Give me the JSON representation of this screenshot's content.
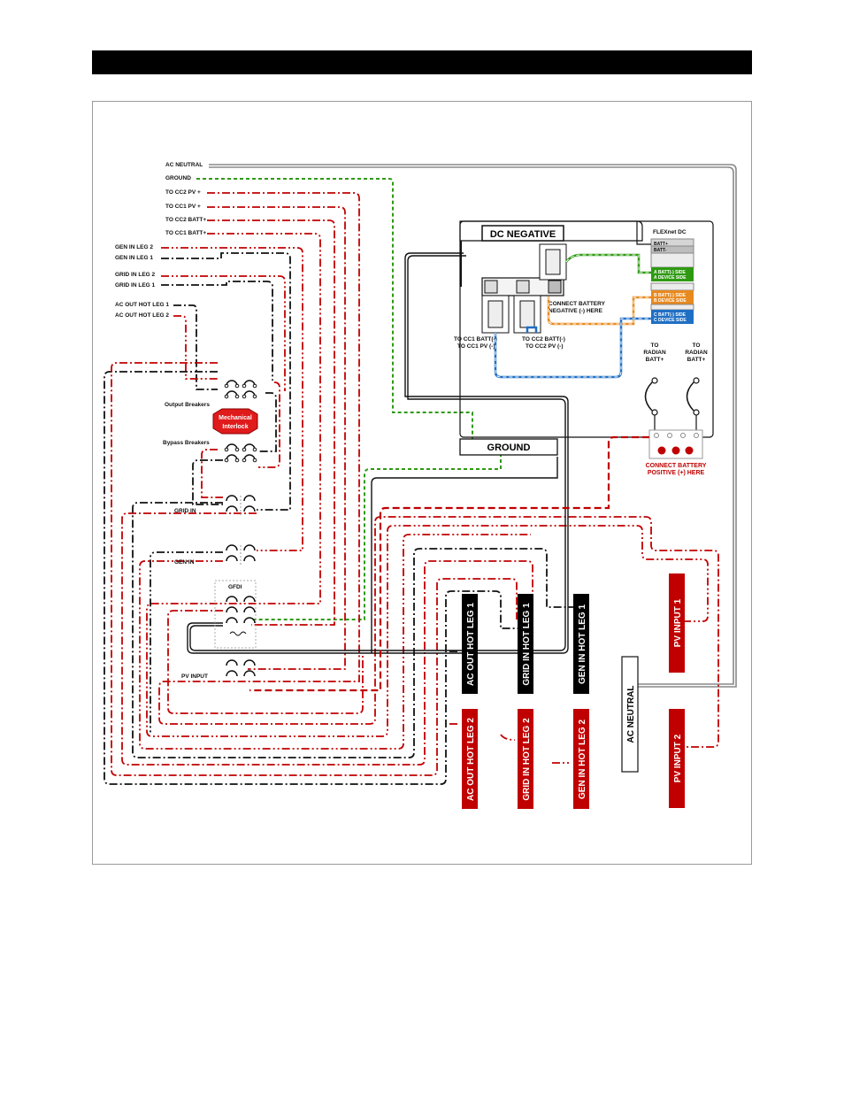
{
  "labels": {
    "ac_neutral": "AC NEUTRAL",
    "ground": "GROUND",
    "to_cc2_pv": "TO CC2 PV +",
    "to_cc1_pv": "TO CC1 PV +",
    "to_cc2_batt": "TO CC2 BATT+",
    "to_cc1_batt": "TO CC1 BATT+",
    "gen_in_leg2": "GEN IN LEG 2",
    "gen_in_leg1": "GEN IN LEG 1",
    "grid_in_leg2": "GRID IN LEG 2",
    "grid_in_leg1": "GRID IN LEG 1",
    "ac_out_hot_leg1": "AC OUT HOT LEG 1",
    "ac_out_hot_leg2": "AC OUT HOT LEG 2",
    "output_breakers": "Output Breakers",
    "mechanical": "Mechanical",
    "interlock": "Interlock",
    "bypass_breakers": "Bypass Breakers",
    "grid_in": "GRID IN",
    "gen_in": "GEN IN",
    "gfdi": "GFDI",
    "pv_input": "PV INPUT"
  },
  "dc_box": {
    "dc_negative": "DC NEGATIVE",
    "flexnet_dc": "FLEXnet DC",
    "batt_plus": "BATT+",
    "batt_minus": "BATT-",
    "a_batt": "A BATT(-) SIDE",
    "a_device": "A DEVICE SIDE",
    "b_batt": "B BATT(-) SIDE",
    "b_device": "B DEVICE SIDE",
    "c_batt": "C BATT(-) SIDE",
    "c_device": "C DEVICE SIDE",
    "connect_neg_1": "CONNECT BATTERY",
    "connect_neg_2": "NEGATIVE (-) HERE",
    "cc1_batt_1": "TO CC1 BATT(-)",
    "cc1_batt_2": "TO CC1 PV (-)",
    "cc2_batt_1": "TO CC2 BATT(-)",
    "cc2_batt_2": "TO CC2 PV (-)",
    "to_radian_a_1": "TO",
    "to_radian_a_2": "RADIAN",
    "to_radian_a_3": "BATT+",
    "to_radian_b_1": "TO",
    "to_radian_b_2": "RADIAN",
    "to_radian_b_3": "BATT+",
    "connect_pos_1": "CONNECT BATTERY",
    "connect_pos_2": "POSITIVE (+) HERE"
  },
  "ground_bar": "GROUND",
  "tags": {
    "ac_out_leg1": "AC OUT HOT LEG 1",
    "grid_in_leg1": "GRID IN HOT LEG 1",
    "gen_in_leg1": "GEN IN HOT LEG 1",
    "pv_input1": "PV INPUT 1",
    "ac_neutral": "AC NEUTRAL",
    "ac_out_leg2": "AC OUT HOT LEG 2",
    "grid_in_leg2": "GRID IN HOT LEG 2",
    "gen_in_leg2": "GEN IN HOT LEG  2",
    "pv_input2": "PV INPUT 2"
  },
  "colors": {
    "red": "#c00000",
    "black": "#111111",
    "green": "#2e9a12",
    "orange": "#e8891e",
    "blue": "#1f6fc4",
    "interlock": "#e01b1b"
  }
}
